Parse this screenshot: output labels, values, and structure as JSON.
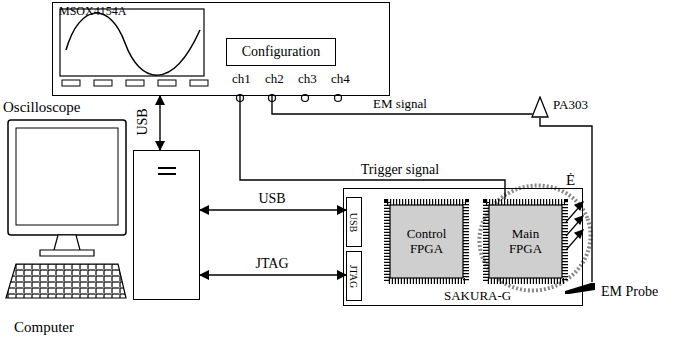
{
  "diagram": {
    "nodes": [
      {
        "text": [
          "MSOX4154A",
          "Oscilloscope"
        ]
      },
      {
        "text": [
          "Configuration"
        ],
        "in": 0
      },
      {
        "text": [
          "Computer"
        ]
      },
      {
        "text": [
          "SAKURA-G"
        ]
      },
      {
        "text": [
          "USB"
        ],
        "in": 3
      },
      {
        "text": [
          "JTAG"
        ],
        "in": 3
      },
      {
        "text": [
          "Control FPGA"
        ],
        "in": 3
      },
      {
        "text": [
          "Main FPGA"
        ],
        "in": 3
      },
      {
        "text": [
          "PA303"
        ]
      },
      {
        "text": [
          "EM Probe"
        ]
      }
    ],
    "edges": [
      {
        "from": 2,
        "to": 0,
        "label": "USB",
        "arrow": "both"
      },
      {
        "from": 2,
        "to": 4,
        "label": "USB",
        "arrow": "both"
      },
      {
        "from": 2,
        "to": 5,
        "label": "JTAG",
        "arrow": "both"
      },
      {
        "from": 7,
        "to": 0,
        "label": "Trigger signal",
        "arrow": "none"
      },
      {
        "from": 8,
        "to": 0,
        "label": "EM signal",
        "arrow": "none"
      },
      {
        "from": 9,
        "to": 8,
        "arrow": "none"
      }
    ],
    "labels": [
      "ch1",
      "ch2",
      "ch3",
      "ch4",
      "Ė"
    ]
  }
}
